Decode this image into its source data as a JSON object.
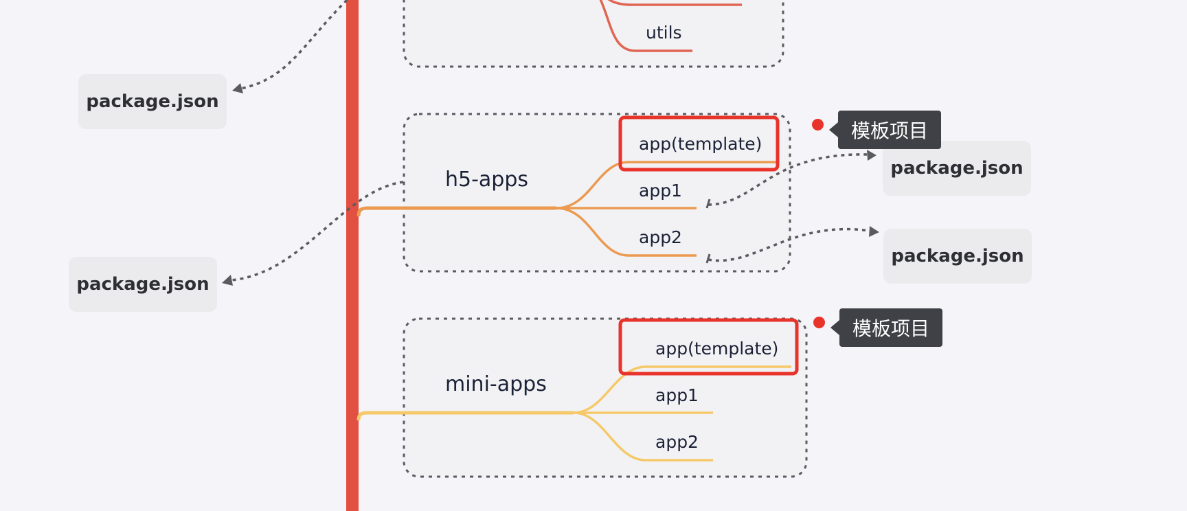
{
  "colors": {
    "trunk": "#e15040",
    "utils_branch": "#e06552",
    "h5_branch": "#eb9a50",
    "mini_branch": "#f5c96a",
    "highlight": "#e8332a",
    "dashed": "#5a5b60",
    "note_bg": "#404146",
    "file_bg": "#ebebee"
  },
  "top_group": {
    "leaves": [
      {
        "label": "utils"
      }
    ]
  },
  "h5": {
    "title": "h5-apps",
    "leaves": [
      {
        "label": "app(template)",
        "highlighted": true,
        "note": "模板项目"
      },
      {
        "label": "app1"
      },
      {
        "label": "app2"
      }
    ]
  },
  "mini": {
    "title": "mini-apps",
    "leaves": [
      {
        "label": "app(template)",
        "highlighted": true,
        "note": "模板项目"
      },
      {
        "label": "app1"
      },
      {
        "label": "app2"
      }
    ]
  },
  "files": {
    "root_pkg": "package.json",
    "h5_pkg": "package.json",
    "h5_app1_pkg": "package.json",
    "h5_app2_pkg": "package.json"
  }
}
